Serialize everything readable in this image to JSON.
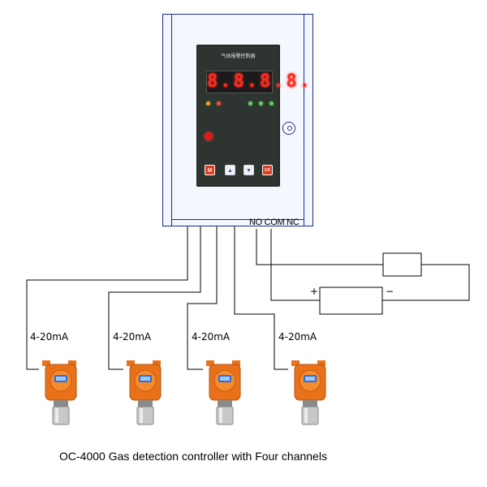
{
  "controller": {
    "panel_title": "气体报警控制器",
    "display_digits": "8.8.8.8.",
    "indicator_leds": [
      "#f0a020",
      "#e85050",
      "#5fd05f",
      "#5fd05f",
      "#5fd05f"
    ],
    "keys": [
      "M",
      "▲",
      "▼",
      "OK"
    ],
    "relay_terminals": "NO COM NC"
  },
  "channels": [
    {
      "signal": "4-20mA"
    },
    {
      "signal": "4-20mA"
    },
    {
      "signal": "4-20mA"
    },
    {
      "signal": "4-20mA"
    }
  ],
  "power_terminals": {
    "positive": "+",
    "negative": "−"
  },
  "colors": {
    "cabinet_outline": "#1a2a9a",
    "panel": "#2e3430",
    "display": "#ff2a1e",
    "detector_body": "#e8711a",
    "detector_window": "#2a6fd8"
  },
  "caption": "OC-4000 Gas detection controller with Four channels"
}
